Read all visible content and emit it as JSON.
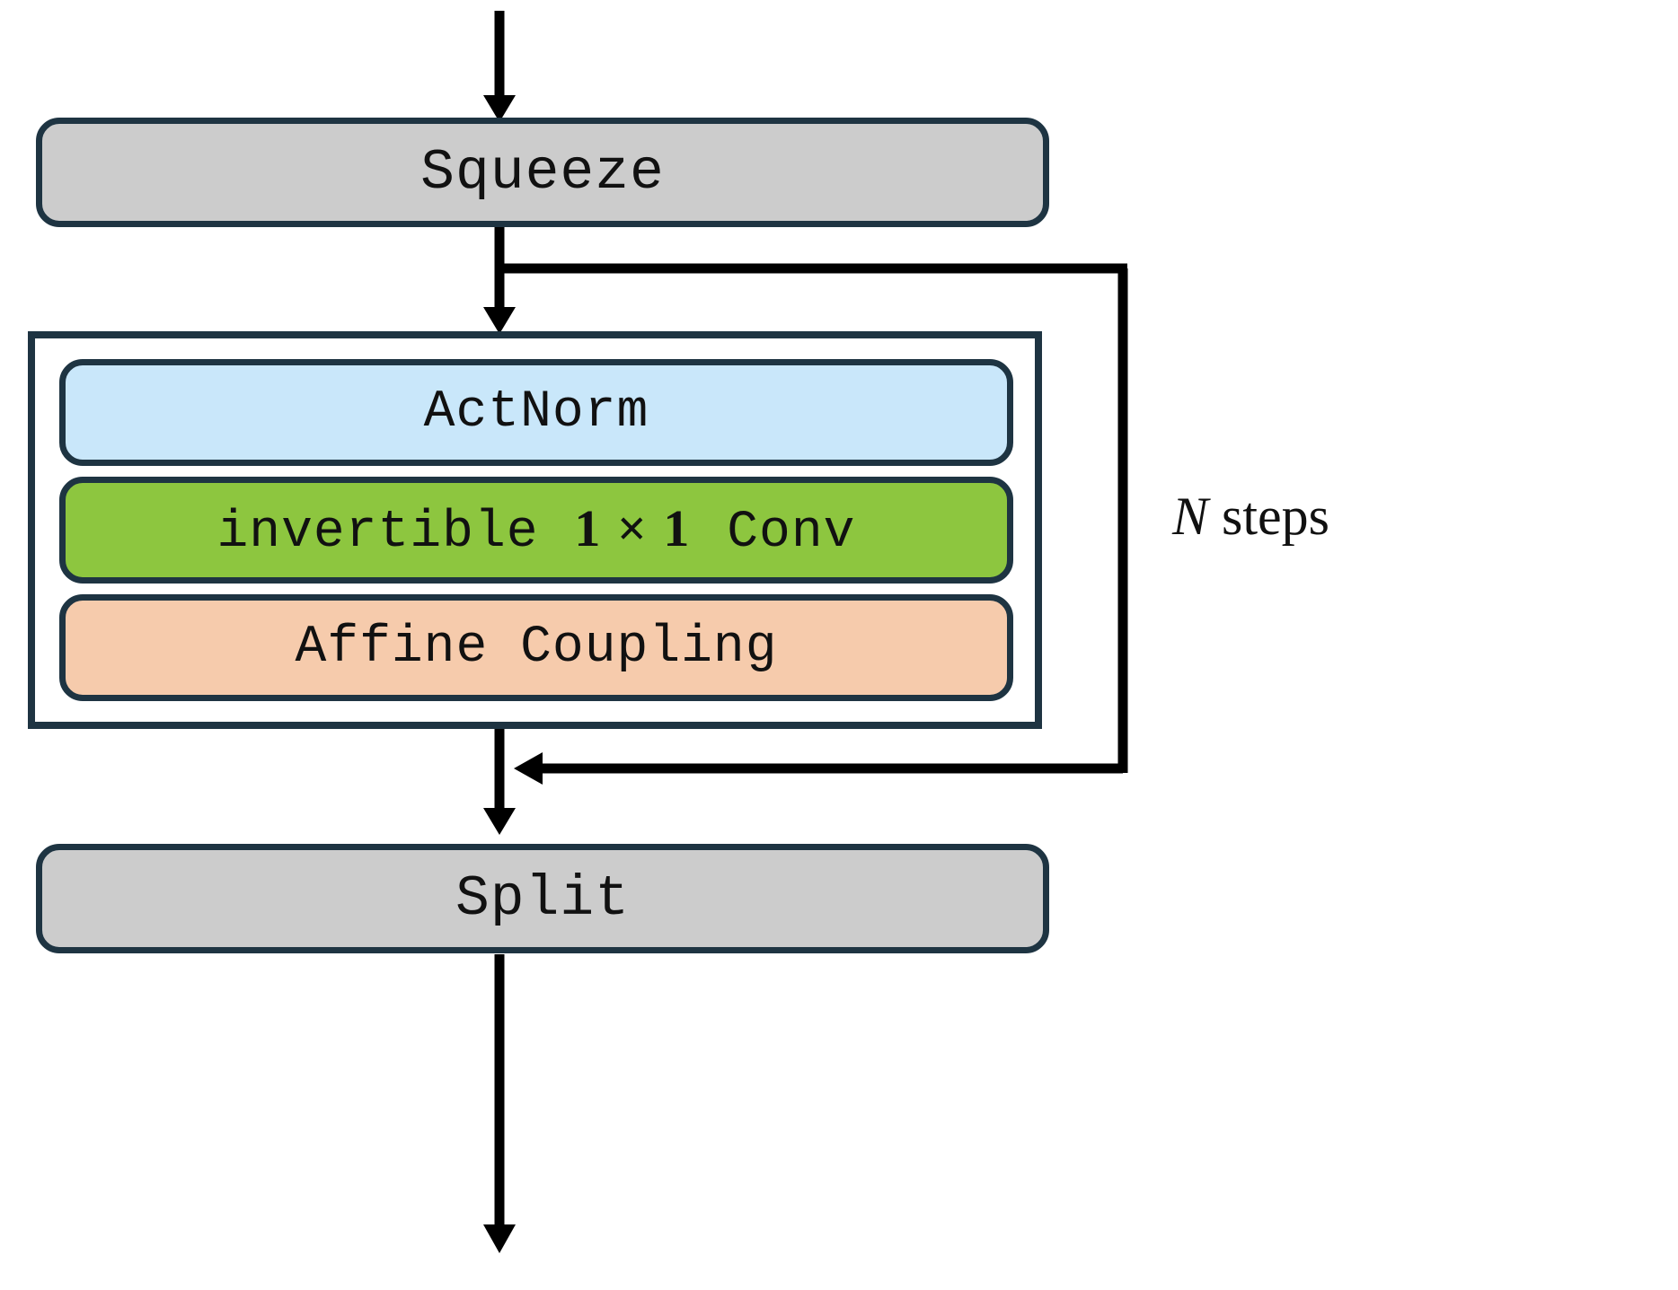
{
  "diagram": {
    "title": "Glow flow step block diagram",
    "nodes": {
      "squeeze": {
        "label": "Squeeze",
        "fill": "#cccccc",
        "stroke": "#1e3442"
      },
      "actnorm": {
        "label": "ActNorm",
        "fill": "#c9e7fa",
        "stroke": "#1e3442"
      },
      "conv": {
        "label": "invertible 1 x 1 Conv",
        "prefix": "invertible",
        "kernel": "1 × 1",
        "suffix": "Conv",
        "fill": "#8dc63f",
        "stroke": "#1e3442"
      },
      "affine": {
        "label": "Affine Coupling",
        "fill": "#f6cbac",
        "stroke": "#1e3442"
      },
      "split": {
        "label": "Split",
        "fill": "#cccccc",
        "stroke": "#1e3442"
      }
    },
    "step_container": {
      "fill": "#ffffff",
      "stroke": "#1e3442"
    },
    "annotations": {
      "loop_label_variable": "N",
      "loop_label_text": " steps"
    },
    "edges": [
      {
        "name": "input-arrow",
        "from": "input",
        "to": "squeeze",
        "direction": "down"
      },
      {
        "name": "squeeze-to-step",
        "from": "squeeze",
        "to": "step-container",
        "direction": "down"
      },
      {
        "name": "loop-branch",
        "from": "squeeze-to-step",
        "to": "loop-right-rail",
        "direction": "right"
      },
      {
        "name": "loop-return",
        "from": "loop-right-rail",
        "to": "step-to-split",
        "direction": "left"
      },
      {
        "name": "step-to-split",
        "from": "step-container",
        "to": "split",
        "direction": "down"
      },
      {
        "name": "output-arrow",
        "from": "split",
        "to": "output",
        "direction": "down"
      }
    ],
    "colors": {
      "arrow": "#000000",
      "border": "#1e3442",
      "background": "#ffffff"
    }
  }
}
